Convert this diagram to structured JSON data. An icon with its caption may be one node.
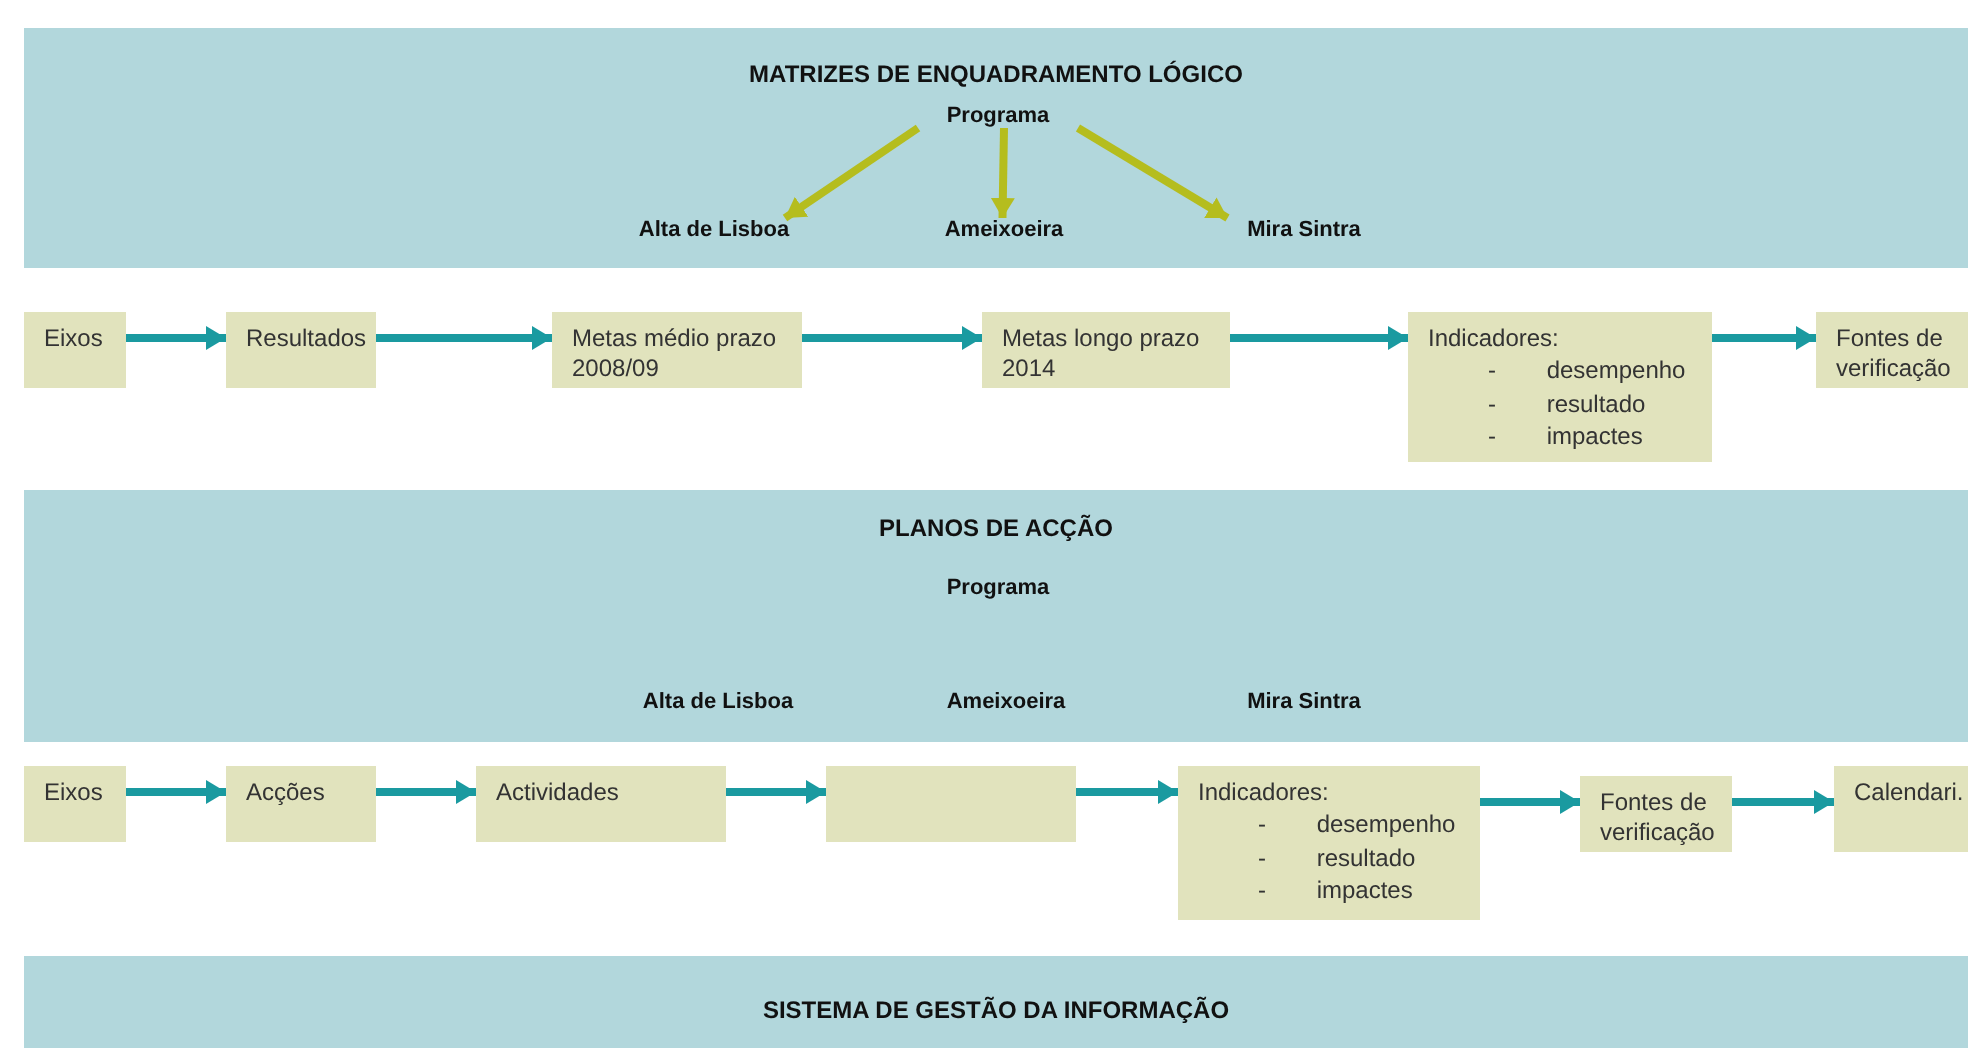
{
  "diagram": {
    "nodes": [
      {
        "text": [
          "MATRIZES DE ENQUADRAMENTO LÓGICO"
        ]
      },
      {
        "text": [
          "Programa"
        ],
        "in": 0
      },
      {
        "text": [
          "Alta de Lisboa"
        ],
        "in": 0
      },
      {
        "text": [
          "Ameixoeira"
        ],
        "in": 0
      },
      {
        "text": [
          "Mira Sintra"
        ],
        "in": 0
      },
      {
        "text": [
          "Eixos"
        ]
      },
      {
        "text": [
          "Resultados"
        ]
      },
      {
        "text": [
          "Metas médio prazo 2008/09"
        ]
      },
      {
        "text": [
          "Metas longo prazo 2014"
        ]
      },
      {
        "text": [
          "Indicadores:",
          "- desempenho",
          "- resultado",
          "- impactes"
        ]
      },
      {
        "text": [
          "Fontes de verificação"
        ]
      },
      {
        "text": [
          "PLANOS DE ACÇÃO"
        ]
      },
      {
        "text": [
          "Programa"
        ],
        "in": 11
      },
      {
        "text": [
          "Alta de Lisboa"
        ],
        "in": 11
      },
      {
        "text": [
          "Ameixoeira"
        ],
        "in": 11
      },
      {
        "text": [
          "Mira Sintra"
        ],
        "in": 11
      },
      {
        "text": [
          "Eixos"
        ]
      },
      {
        "text": [
          "Acções"
        ]
      },
      {
        "text": [
          "Actividades"
        ]
      },
      {
        "text": [],
        "shape": "box"
      },
      {
        "text": [
          "Indicadores:",
          "- desempenho",
          "- resultado",
          "- impactes"
        ]
      },
      {
        "text": [
          "Fontes de verificação"
        ]
      },
      {
        "text": [
          "Calendari."
        ]
      },
      {
        "text": [
          "SISTEMA DE GESTÃO DA INFORMAÇÃO"
        ]
      }
    ],
    "edges": [
      {
        "from": 1,
        "to": 2,
        "arrow": "to",
        "color": "#b5bd1e"
      },
      {
        "from": 1,
        "to": 3,
        "arrow": "to",
        "color": "#b5bd1e"
      },
      {
        "from": 1,
        "to": 4,
        "arrow": "to",
        "color": "#b5bd1e"
      },
      {
        "from": 5,
        "to": 6,
        "arrow": "to"
      },
      {
        "from": 6,
        "to": 7,
        "arrow": "to"
      },
      {
        "from": 7,
        "to": 8,
        "arrow": "to"
      },
      {
        "from": 8,
        "to": 9,
        "arrow": "to"
      },
      {
        "from": 9,
        "to": 10,
        "arrow": "to"
      },
      {
        "from": 16,
        "to": 17,
        "arrow": "to"
      },
      {
        "from": 17,
        "to": 18,
        "arrow": "to"
      },
      {
        "from": 18,
        "to": 19,
        "arrow": "to"
      },
      {
        "from": 19,
        "to": 20,
        "arrow": "to"
      },
      {
        "from": 20,
        "to": 21,
        "arrow": "to"
      },
      {
        "from": 21,
        "to": 22,
        "arrow": "to"
      }
    ]
  }
}
